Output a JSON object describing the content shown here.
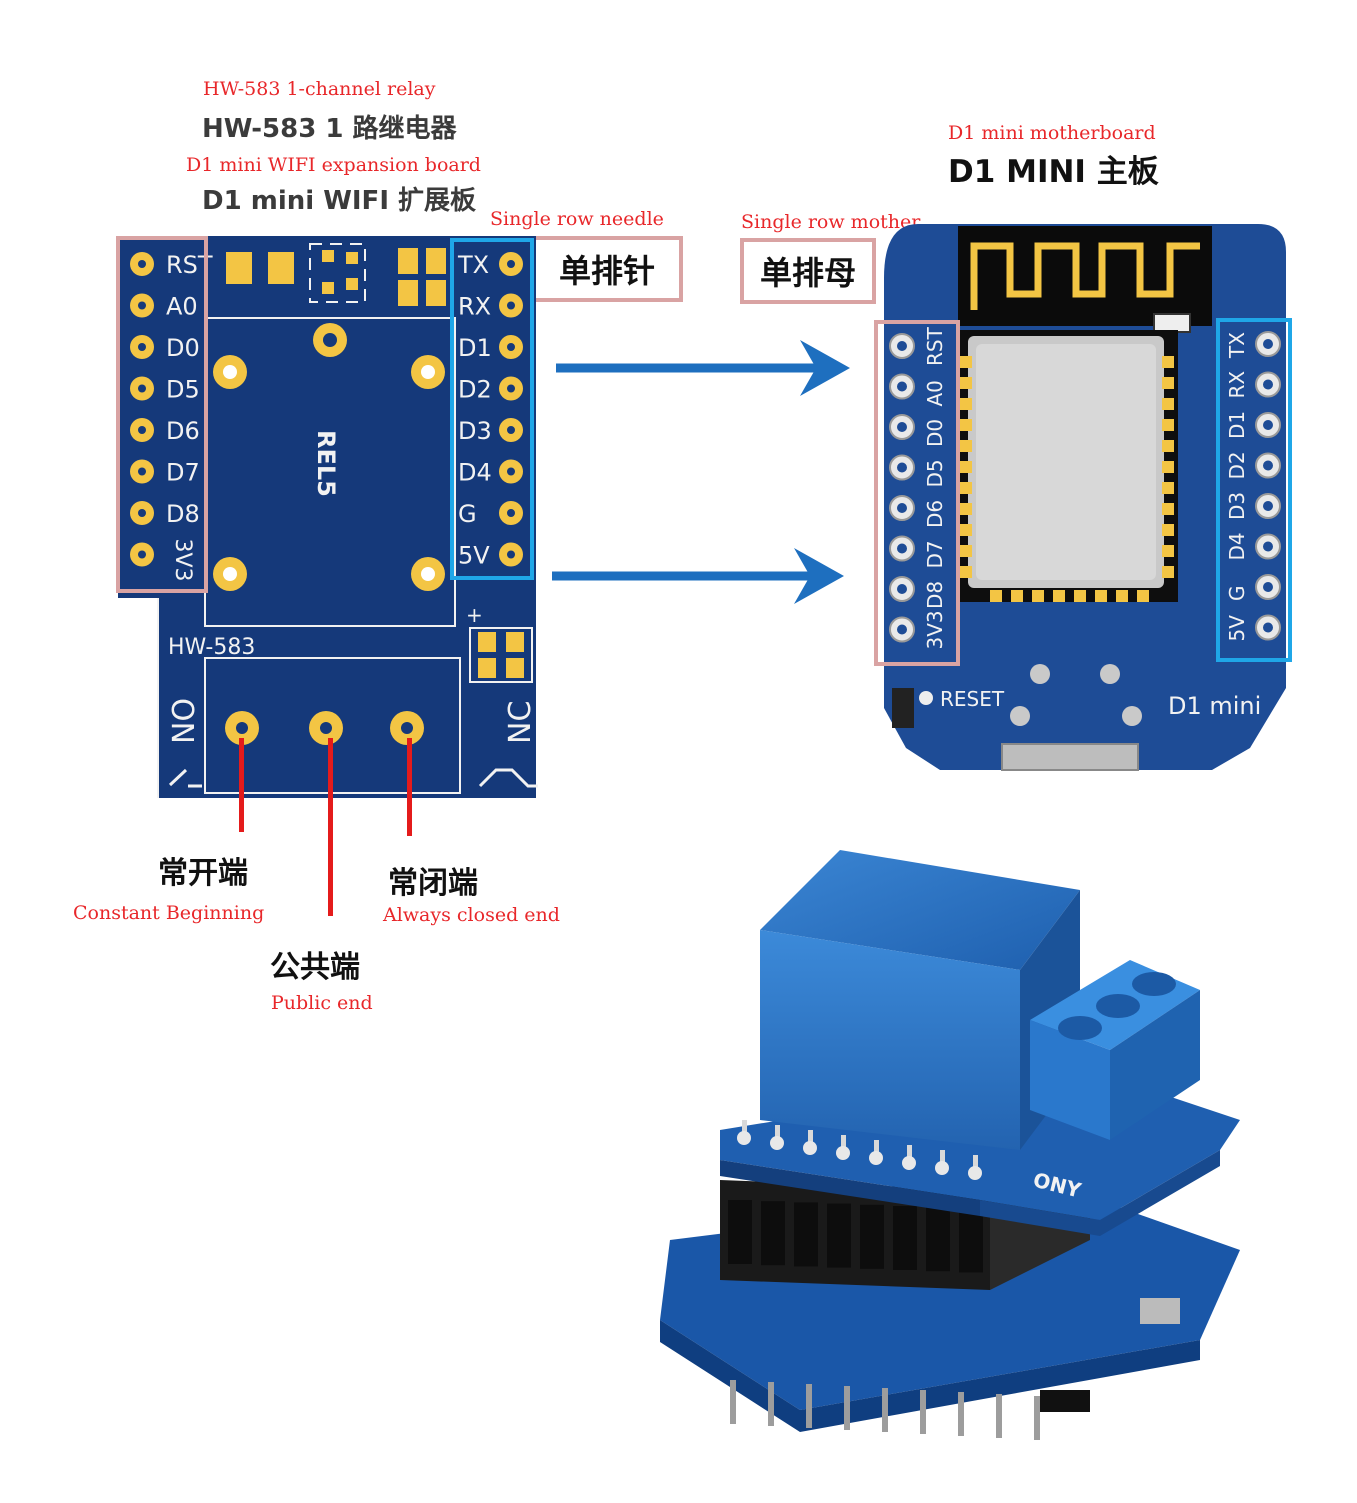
{
  "colors": {
    "pcb_blue": "#15397a",
    "pcb_blue_light": "#1e4c96",
    "pad_gold": "#f3c544",
    "silk_white": "#f2f2f2",
    "pink_box": "#d9a3a3",
    "cyan_box": "#1fa7e8",
    "arrow_blue": "#1e6fbf",
    "wire_red": "#e41b1b",
    "label_red": "#e8272a",
    "relay_blue": "#2d77c7",
    "terminal_blue": "#2a7fd6"
  },
  "relay_board": {
    "title_en": "HW-583 1-channel relay",
    "title_cn": "HW-583 1 路继电器",
    "subtitle_en": "D1 mini WIFI expansion board",
    "subtitle_cn": "D1 mini WIFI 扩展板",
    "left_pins": [
      "RST",
      "A0",
      "D0",
      "D5",
      "D6",
      "D7",
      "D8",
      "3V3"
    ],
    "right_pins": [
      "TX",
      "RX",
      "D1",
      "D2",
      "D3",
      "D4",
      "G",
      "5V"
    ],
    "relay_label": "REL5",
    "model_label": "HW-583",
    "plus_label": "+",
    "no_label": "NO",
    "nc_label": "NC"
  },
  "tags": {
    "needle_en": "Single row needle",
    "needle_cn": "单排针",
    "mother_en": "Single row mother",
    "mother_cn": "单排母"
  },
  "d1_board": {
    "title_en": "D1 mini motherboard",
    "title_cn": "D1 MINI 主板",
    "left_pins": [
      "RST",
      "A0",
      "D0",
      "D5",
      "D6",
      "D7",
      "D8",
      "3V3"
    ],
    "right_pins": [
      "TX",
      "RX",
      "D1",
      "D2",
      "D3",
      "D4",
      "G",
      "5V"
    ],
    "reset_label": "RESET",
    "model_label": "D1 mini"
  },
  "terminals": {
    "no_cn": "常开端",
    "no_en": "Constant Beginning",
    "com_cn": "公共端",
    "com_en": "Public end",
    "nc_cn": "常闭端",
    "nc_en": "Always closed end"
  },
  "photo": {
    "back_label": "ONY"
  }
}
